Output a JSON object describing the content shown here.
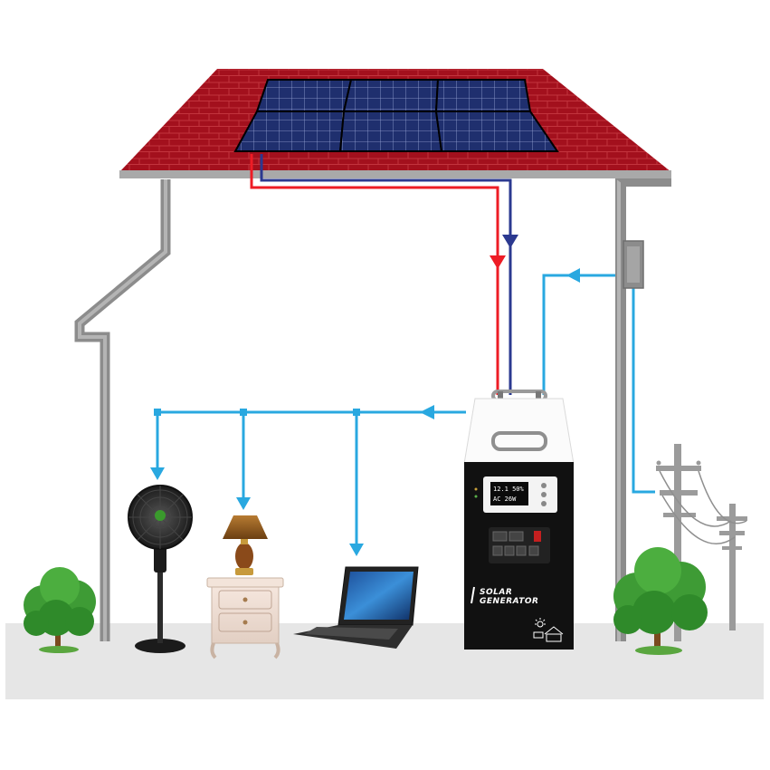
{
  "generator": {
    "brand_line1": "SOLAR",
    "brand_line2": "GENERATOR",
    "lcd_line1": "12.1  50%",
    "lcd_line2": "AC  26W"
  },
  "colors": {
    "roof": "#a3101d",
    "panel": "#1f2f6e",
    "wire_positive": "#ee1c25",
    "wire_negative": "#2b3990",
    "ac_line": "#29a8e0",
    "house_wall": "#8c8c8c",
    "ground": "#e6e6e6",
    "generator_body": "#111111",
    "tree": "#3e9b35"
  },
  "components": [
    {
      "name": "solar-panels",
      "icon": "solar-panel-icon"
    },
    {
      "name": "solar-generator",
      "icon": "battery-box-icon"
    },
    {
      "name": "grid-meter",
      "icon": "meter-box-icon"
    },
    {
      "name": "utility-poles",
      "icon": "power-pole-icon"
    },
    {
      "name": "standing-fan",
      "icon": "fan-icon"
    },
    {
      "name": "table-lamp",
      "icon": "lamp-icon"
    },
    {
      "name": "laptop",
      "icon": "laptop-icon"
    }
  ]
}
